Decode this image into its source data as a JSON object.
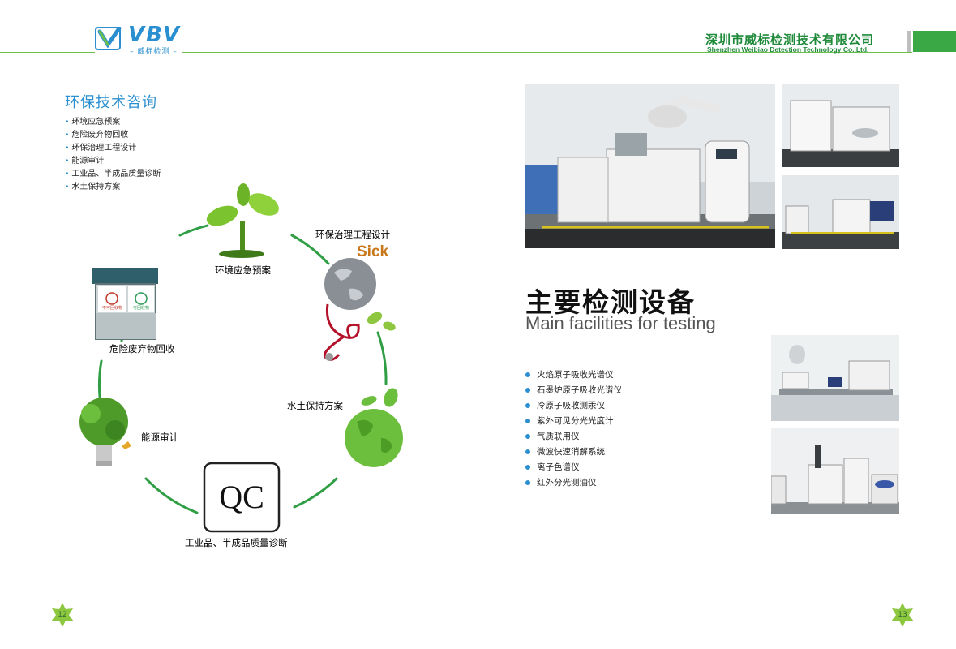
{
  "header": {
    "logo_letters": "VBV",
    "logo_sub": "– 威标检测 –",
    "company_cn": "深圳市威标检测技术有限公司",
    "company_en": "Shenzhen Weibiao Detection Technology Co.,Ltd."
  },
  "left": {
    "title": "环保技术咨询",
    "items": [
      "环境应急预案",
      "危险废弃物回收",
      "环保治理工程设计",
      "能源审计",
      "工业品、半成品质量诊断",
      "水土保持方案"
    ]
  },
  "cycle": {
    "labels": {
      "emergency": "环境应急预案",
      "engineering": "环保治理工程设计",
      "waste": "危险废弃物回收",
      "soil": "水土保持方案",
      "energy": "能源审计",
      "quality": "工业品、半成品质量诊断"
    },
    "sick_text": "Sick",
    "qc_text": "QC",
    "bin_left_text": "不可回收物",
    "bin_right_text": "可回收物"
  },
  "right": {
    "title_cn": "主要检测设备",
    "title_en": "Main facilities for testing",
    "items": [
      "火焰原子吸收光谱仪",
      "石墨炉原子吸收光谱仪",
      "冷原子吸收测汞仪",
      "紫外可见分光光度计",
      "气质联用仪",
      "微波快速消解系统",
      "离子色谱仪",
      "红外分光测油仪"
    ]
  },
  "pages": {
    "left": "12",
    "right": "13"
  },
  "colors": {
    "accent_blue": "#2a8fd0",
    "accent_green": "#3aa845",
    "circle_green": "#2f9e44"
  }
}
